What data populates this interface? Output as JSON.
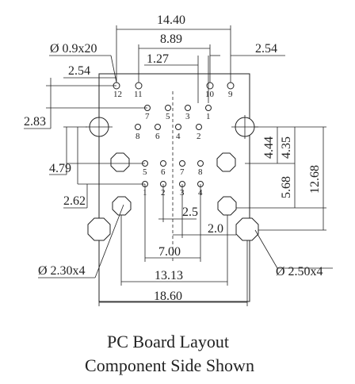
{
  "caption": {
    "line1": "PC Board Layout",
    "line2": "Component Side Shown"
  },
  "dimensions": {
    "top_width": "14.40",
    "pin_span": "8.89",
    "pin_pitch_top": "1.27",
    "right_offset": "2.54",
    "hole_spec": "Ø 0.9x20",
    "left_offset": "2.54",
    "row_offset_a": "2.83",
    "row_offset_b": "4.79",
    "row_offset_c": "2.62",
    "right_v1": "4.44",
    "right_v2": "4.35",
    "right_v3": "5.68",
    "right_v4": "12.68",
    "inner_h1": "2.5",
    "inner_h2": "2.0",
    "inner_w1": "7.00",
    "inner_w2": "13.13",
    "overall_width": "18.60",
    "hole_left": "Ø 2.30x4",
    "hole_right": "Ø 2.50x4"
  },
  "pin_labels": {
    "top_row": [
      "12",
      "11",
      "10",
      "9"
    ],
    "row2": [
      "7",
      "5",
      "3",
      "1"
    ],
    "row3": [
      "8",
      "6",
      "4",
      "2"
    ],
    "row4": [
      "5",
      "6",
      "7",
      "8"
    ],
    "row5": [
      "1",
      "2",
      "3",
      "4"
    ]
  }
}
